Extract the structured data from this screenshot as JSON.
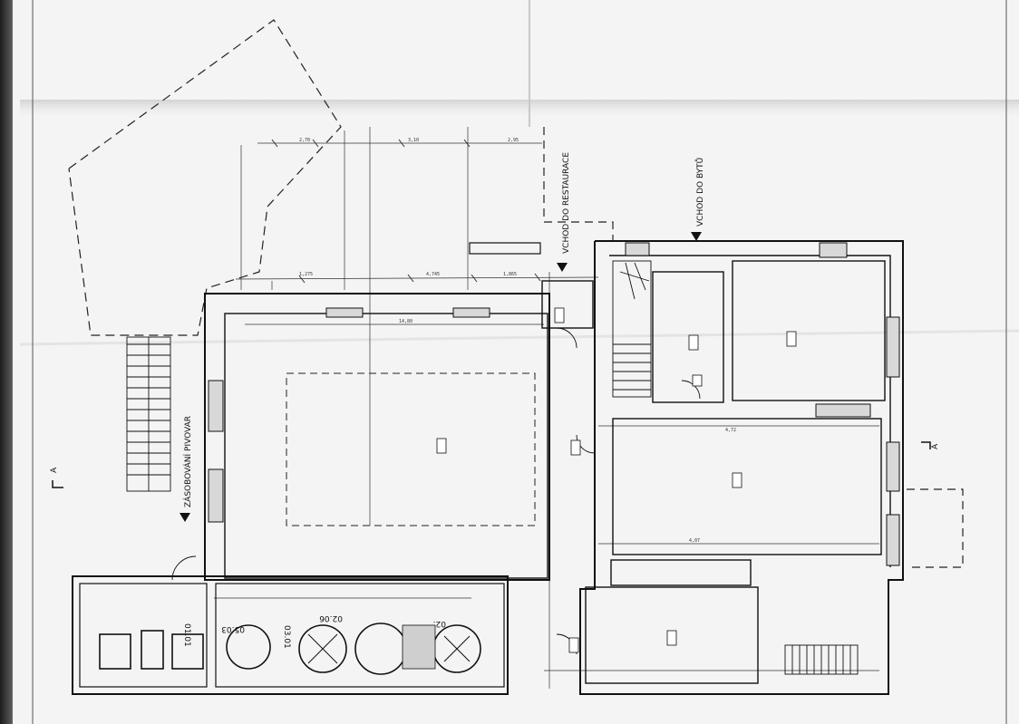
{
  "labels": {
    "entrance_restaurant": "VCHOD DO RESTAURACE",
    "entrance_apartments": "VCHOD DO BYTŮ",
    "brewery_supply": "ZÁSOBOVÁNÍ PIVOVAR"
  },
  "rooms": {
    "r_0101": "01.01",
    "r_0503": "05.03",
    "r_0301": "03.01",
    "r_0206": "02.06",
    "r_02": "02."
  },
  "section_marks": {
    "left": "A",
    "right": "A"
  }
}
